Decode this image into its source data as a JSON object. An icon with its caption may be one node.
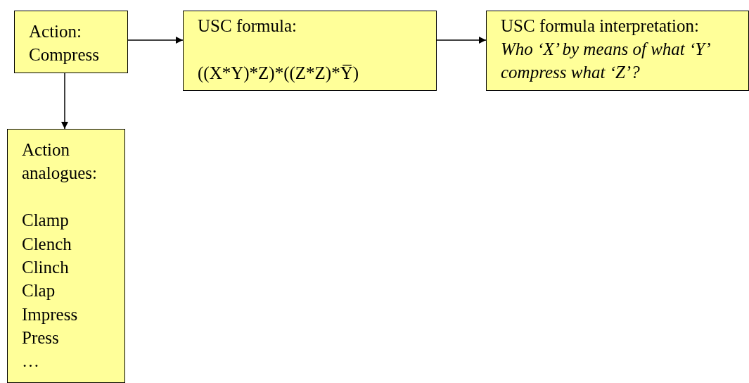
{
  "diagram": {
    "nodes": [
      {
        "text": [
          "Action: Compress"
        ]
      },
      {
        "text": [
          "USC formula:",
          "((X*Y)*Z)*((Z*Z)*Y̅)"
        ]
      },
      {
        "text": [
          "USC formula interpretation:",
          "Who ‘X’ by means of what ‘Y’ compress what ‘Z’?"
        ]
      },
      {
        "text": [
          "Action analogues:",
          "Clamp",
          "Clench",
          "Clinch",
          "Clap",
          "Impress",
          "Press",
          "…"
        ]
      }
    ],
    "edges": [
      {
        "from": 0,
        "to": 1,
        "arrow": "to"
      },
      {
        "from": 1,
        "to": 2,
        "arrow": "to"
      },
      {
        "from": 0,
        "to": 3,
        "arrow": "to"
      }
    ]
  }
}
